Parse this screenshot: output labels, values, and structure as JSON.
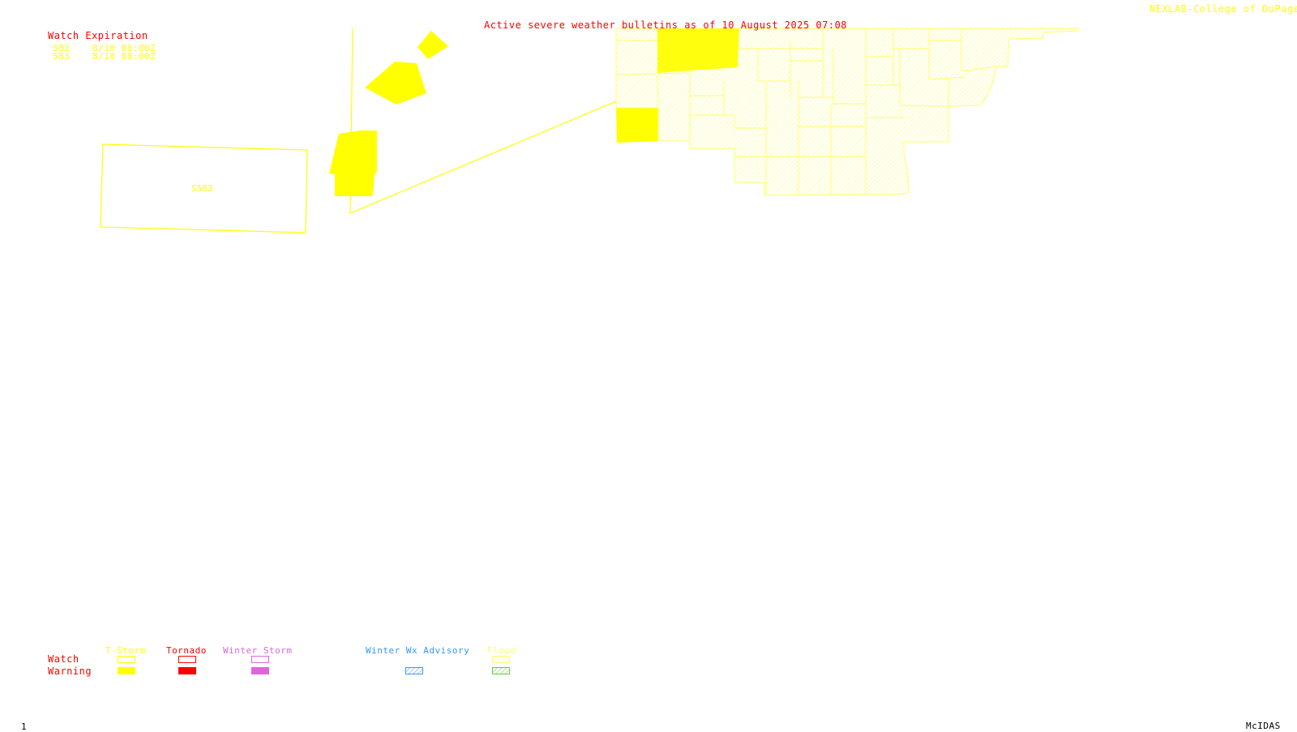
{
  "header": {
    "title": "Active severe weather bulletins as of 10 August 2025 07:08",
    "credit": "NEXLAB-College of DuPage R"
  },
  "watch_expiration": {
    "heading": "Watch Expiration",
    "rows": [
      {
        "id": "582",
        "expires": "8/10 08:00Z"
      },
      {
        "id": "583",
        "expires": "8/10 08:00Z"
      }
    ]
  },
  "map": {
    "watch_label": "S583",
    "colors": {
      "tstorm": "#ffff00",
      "tornado": "#ff0000",
      "winter_storm": "#dd66dd",
      "winter_adv": "#3399ff",
      "flood": "#ffff66",
      "flood_warn": "#66cc33"
    }
  },
  "legend": {
    "row_watch": "Watch",
    "row_warning": "Warning",
    "cols": {
      "tstorm": "T-Storm",
      "tornado": "Tornado",
      "winter_storm": "Winter Storm",
      "winter_adv": "Winter Wx Advisory",
      "flood": "Flood"
    }
  },
  "footer": {
    "frame": "1",
    "software": "McIDAS"
  }
}
